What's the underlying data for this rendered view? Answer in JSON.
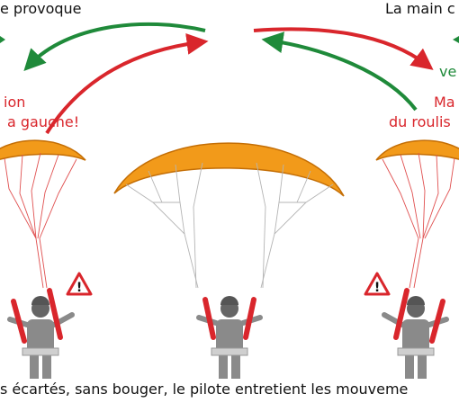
{
  "texts": {
    "top_left": "e provoque",
    "top_right": "La main c",
    "left_green": "",
    "left_red_line1": "ion",
    "left_red_line2": "a gauche!",
    "right_green": "ve",
    "right_red_line1": "Ma",
    "right_red_line2": "du roulis",
    "bottom": "s écartés, sans bouger, le pilote entretient les mouveme"
  },
  "warning_symbol": "!",
  "colors": {
    "wing_orange": "#f29a1a",
    "wing_dark": "#c46e05",
    "arrow_red": "#d9262c",
    "arrow_green": "#1f8a3a",
    "line_red": "#e05050",
    "line_gray": "#b4b4b4",
    "pilot_gray": "#777777"
  },
  "icons": {
    "warning_left": "warning-triangle-icon",
    "warning_right": "warning-triangle-icon"
  }
}
